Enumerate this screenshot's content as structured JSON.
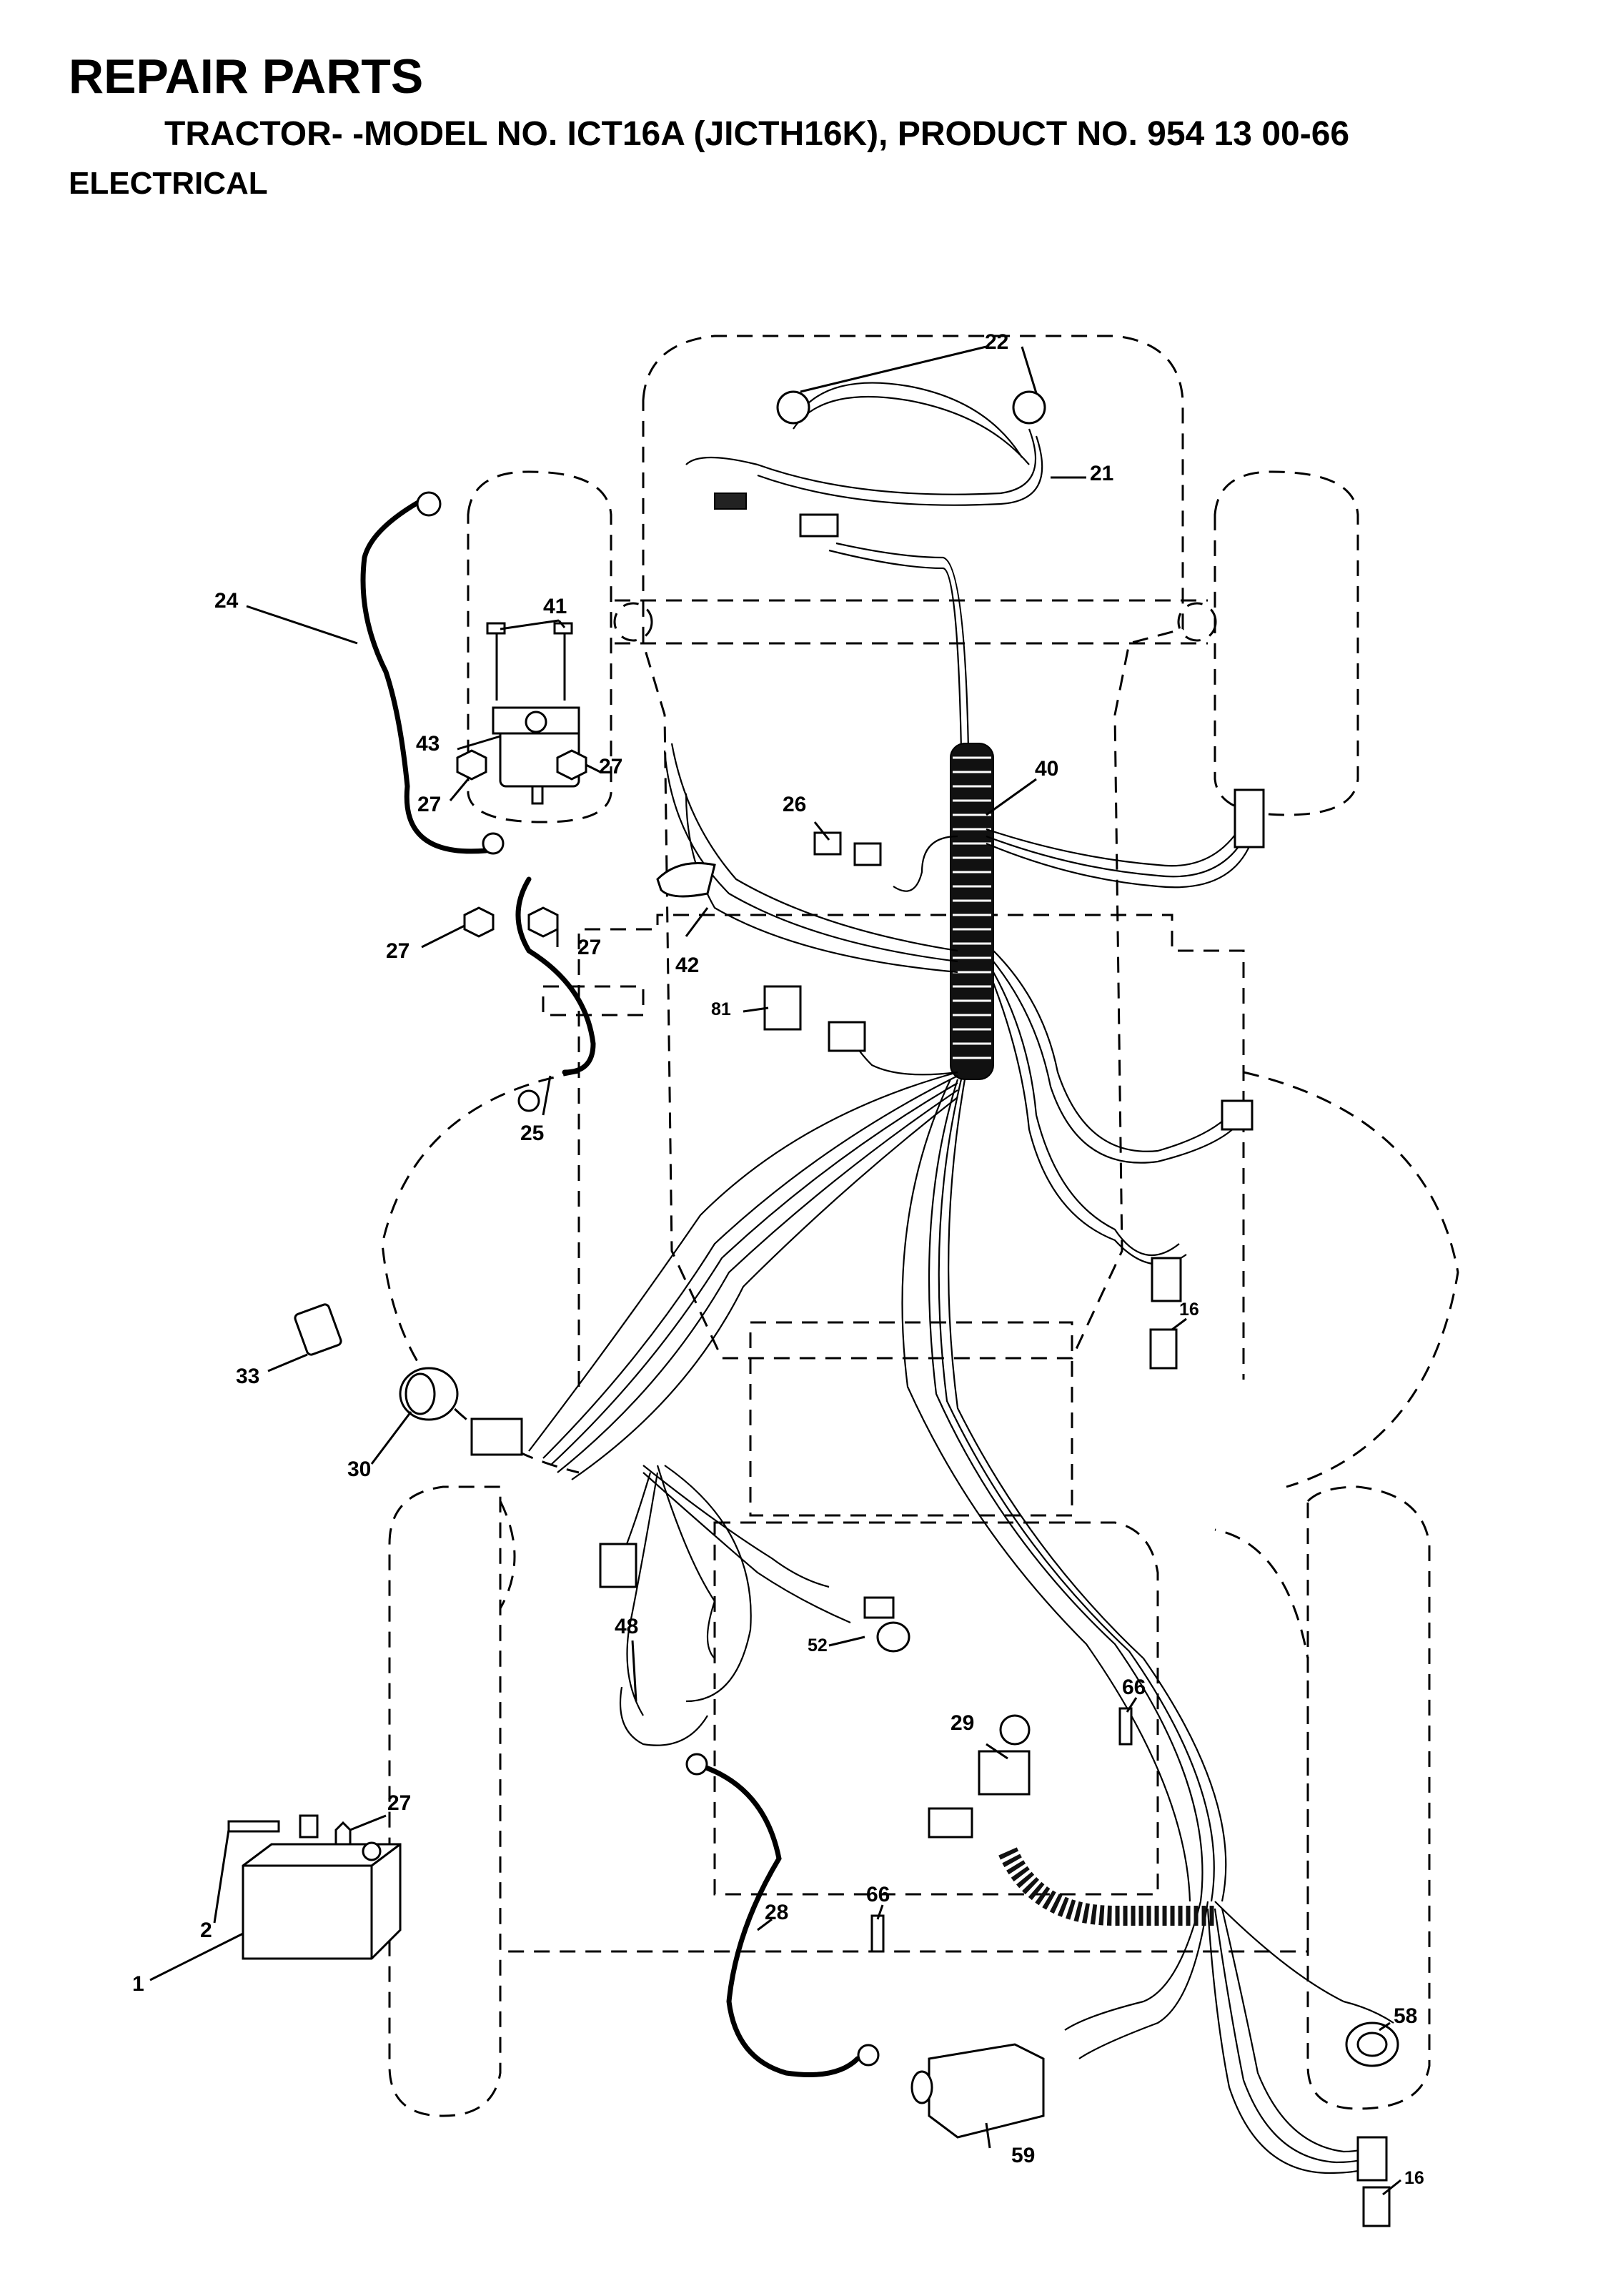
{
  "header": {
    "title": "REPAIR PARTS",
    "subtitle": "TRACTOR- -MODEL NO. ICT16A (JICTH16K), PRODUCT NO. 954 13 00-66",
    "section": "ELECTRICAL"
  },
  "callouts": {
    "p1": "1",
    "p2": "2",
    "p16a": "16",
    "p16b": "16",
    "p21": "21",
    "p22": "22",
    "p24": "24",
    "p25": "25",
    "p26": "26",
    "p27a": "27",
    "p27b": "27",
    "p27c": "27",
    "p27d": "27",
    "p27e": "27",
    "p28": "28",
    "p29": "29",
    "p30": "30",
    "p33": "33",
    "p40": "40",
    "p41": "41",
    "p42": "42",
    "p43": "43",
    "p48": "48",
    "p52": "52",
    "p58": "58",
    "p59": "59",
    "p66a": "66",
    "p66b": "66",
    "p81": "81"
  }
}
